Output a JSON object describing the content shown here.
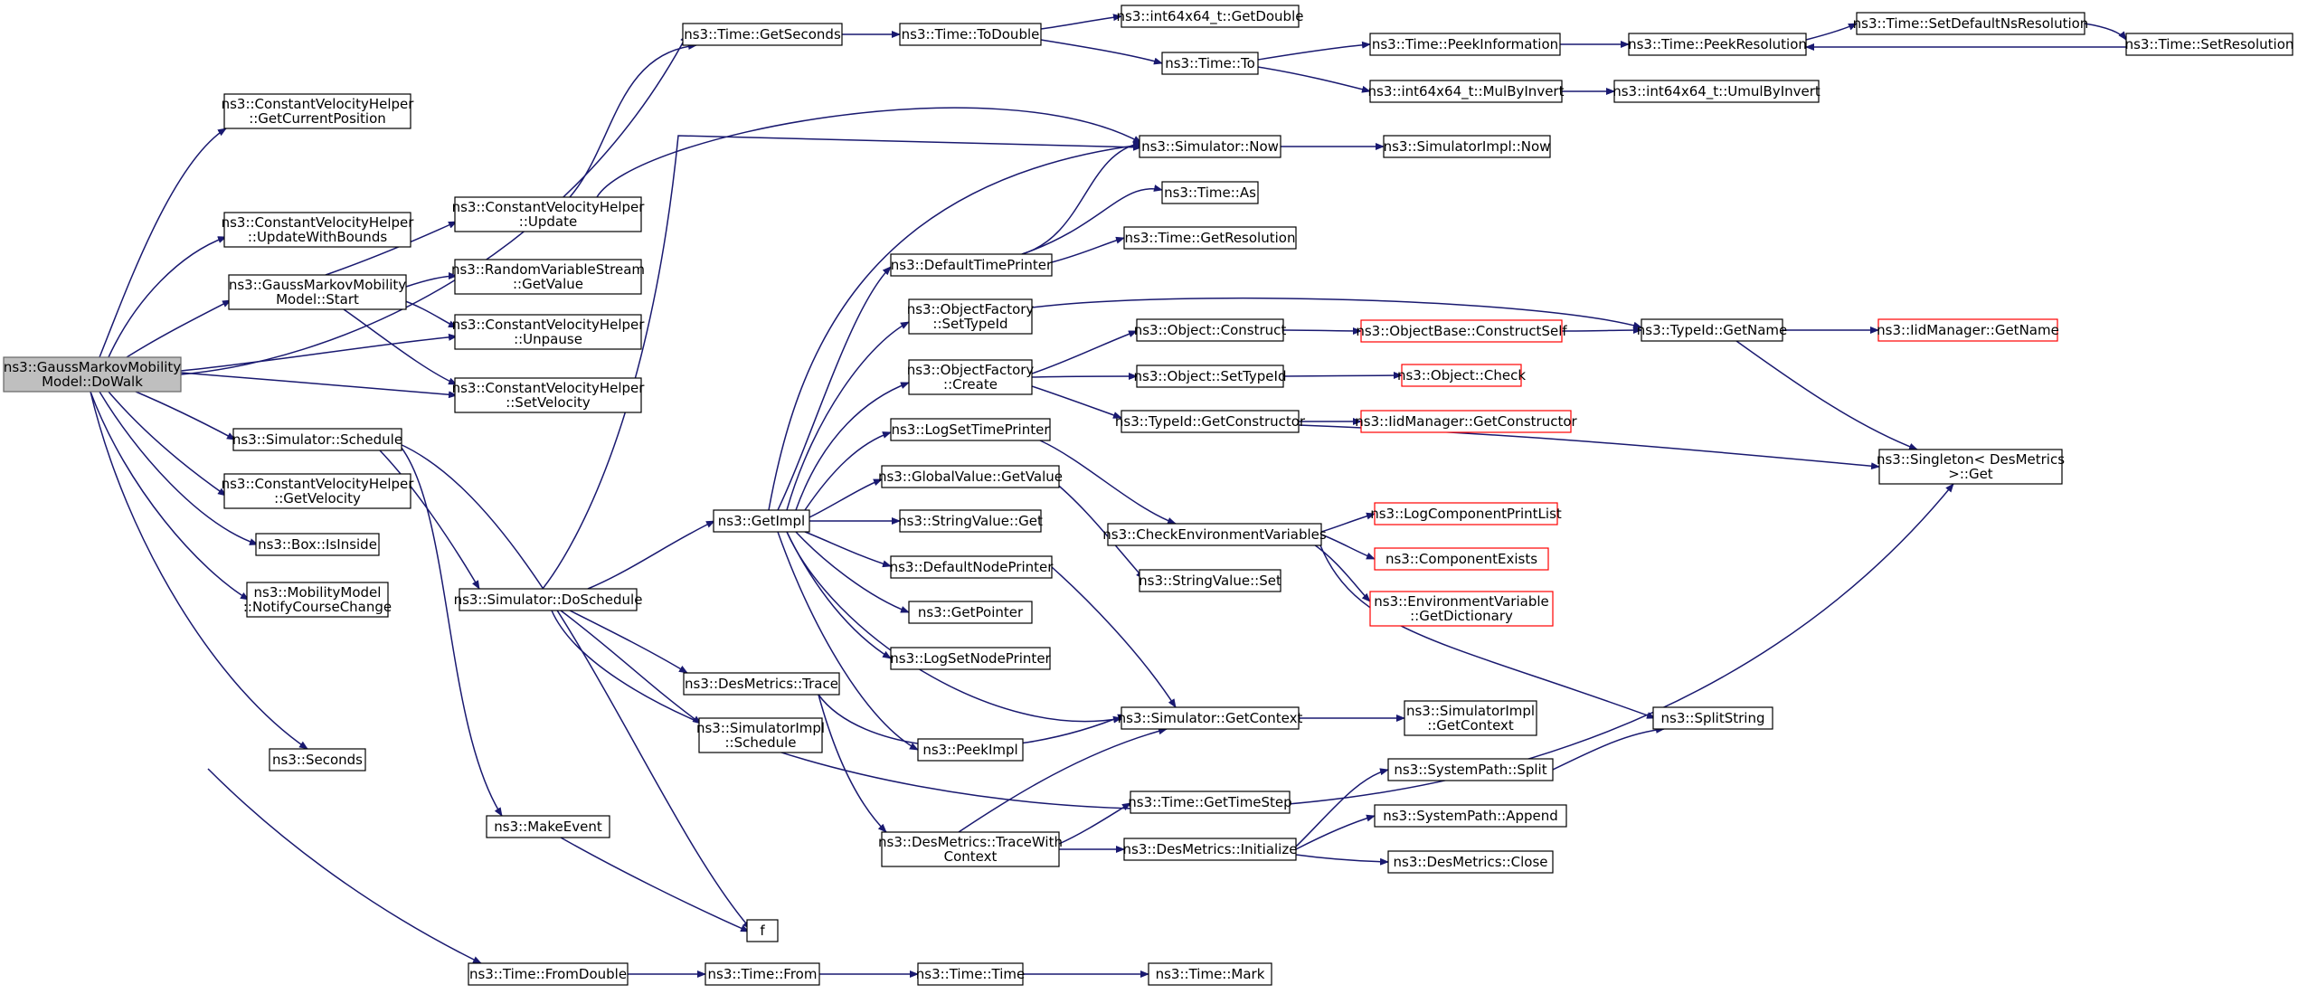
{
  "graph": {
    "edge_color": "#191970",
    "truncated_color": "#ff0000",
    "root_fill": "#bfbfbf",
    "nodes": [
      {
        "id": "dowalk",
        "lines": [
          "ns3::GaussMarkovMobility",
          "Model::DoWalk"
        ],
        "root": true
      },
      {
        "id": "cvh_getcurpos",
        "lines": [
          "ns3::ConstantVelocityHelper",
          "::GetCurrentPosition"
        ]
      },
      {
        "id": "cvh_updwb",
        "lines": [
          "ns3::ConstantVelocityHelper",
          "::UpdateWithBounds"
        ]
      },
      {
        "id": "gm_start",
        "lines": [
          "ns3::GaussMarkovMobility",
          "Model::Start"
        ]
      },
      {
        "id": "sim_schedule",
        "lines": [
          "ns3::Simulator::Schedule"
        ]
      },
      {
        "id": "cvh_getvel",
        "lines": [
          "ns3::ConstantVelocityHelper",
          "::GetVelocity"
        ]
      },
      {
        "id": "box_isinside",
        "lines": [
          "ns3::Box::IsInside"
        ]
      },
      {
        "id": "mm_notify",
        "lines": [
          "ns3::MobilityModel",
          "::NotifyCourseChange"
        ]
      },
      {
        "id": "seconds",
        "lines": [
          "ns3::Seconds"
        ]
      },
      {
        "id": "cvh_update",
        "lines": [
          "ns3::ConstantVelocityHelper",
          "::Update"
        ]
      },
      {
        "id": "rvs_getvalue",
        "lines": [
          "ns3::RandomVariableStream",
          "::GetValue"
        ]
      },
      {
        "id": "cvh_unpause",
        "lines": [
          "ns3::ConstantVelocityHelper",
          "::Unpause"
        ]
      },
      {
        "id": "cvh_setvel",
        "lines": [
          "ns3::ConstantVelocityHelper",
          "::SetVelocity"
        ]
      },
      {
        "id": "sim_doschedule",
        "lines": [
          "ns3::Simulator::DoSchedule"
        ]
      },
      {
        "id": "makeevent",
        "lines": [
          "ns3::MakeEvent"
        ]
      },
      {
        "id": "time_fromdouble",
        "lines": [
          "ns3::Time::FromDouble"
        ]
      },
      {
        "id": "time_getseconds",
        "lines": [
          "ns3::Time::GetSeconds"
        ]
      },
      {
        "id": "getimpl",
        "lines": [
          "ns3::GetImpl"
        ]
      },
      {
        "id": "desm_trace",
        "lines": [
          "ns3::DesMetrics::Trace"
        ]
      },
      {
        "id": "simimpl_schedule",
        "lines": [
          "ns3::SimulatorImpl",
          "::Schedule"
        ]
      },
      {
        "id": "f",
        "lines": [
          "f"
        ]
      },
      {
        "id": "time_from",
        "lines": [
          "ns3::Time::From"
        ]
      },
      {
        "id": "time_todouble",
        "lines": [
          "ns3::Time::ToDouble"
        ]
      },
      {
        "id": "default_timeprinter",
        "lines": [
          "ns3::DefaultTimePrinter"
        ]
      },
      {
        "id": "of_settypeid",
        "lines": [
          "ns3::ObjectFactory",
          "::SetTypeId"
        ]
      },
      {
        "id": "of_create",
        "lines": [
          "ns3::ObjectFactory",
          "::Create"
        ]
      },
      {
        "id": "log_settimeprinter",
        "lines": [
          "ns3::LogSetTimePrinter"
        ]
      },
      {
        "id": "gv_getvalue",
        "lines": [
          "ns3::GlobalValue::GetValue"
        ]
      },
      {
        "id": "sv_get",
        "lines": [
          "ns3::StringValue::Get"
        ]
      },
      {
        "id": "default_nodeprinter",
        "lines": [
          "ns3::DefaultNodePrinter"
        ]
      },
      {
        "id": "getpointer",
        "lines": [
          "ns3::GetPointer"
        ]
      },
      {
        "id": "log_setnodeprinter",
        "lines": [
          "ns3::LogSetNodePrinter"
        ]
      },
      {
        "id": "peekimpl",
        "lines": [
          "ns3::PeekImpl"
        ]
      },
      {
        "id": "desm_tracewithctx",
        "lines": [
          "ns3::DesMetrics::TraceWith",
          "Context"
        ]
      },
      {
        "id": "time_time",
        "lines": [
          "ns3::Time::Time"
        ]
      },
      {
        "id": "i64_getdouble",
        "lines": [
          "ns3::int64x64_t::GetDouble"
        ]
      },
      {
        "id": "time_to",
        "lines": [
          "ns3::Time::To"
        ]
      },
      {
        "id": "sim_now",
        "lines": [
          "ns3::Simulator::Now"
        ]
      },
      {
        "id": "time_as",
        "lines": [
          "ns3::Time::As"
        ]
      },
      {
        "id": "time_getresolution",
        "lines": [
          "ns3::Time::GetResolution"
        ]
      },
      {
        "id": "obj_construct",
        "lines": [
          "ns3::Object::Construct"
        ]
      },
      {
        "id": "obj_settypeid",
        "lines": [
          "ns3::Object::SetTypeId"
        ]
      },
      {
        "id": "typeid_getconstructor",
        "lines": [
          "ns3::TypeId::GetConstructor"
        ]
      },
      {
        "id": "check_envvars",
        "lines": [
          "ns3::CheckEnvironmentVariables"
        ]
      },
      {
        "id": "sv_set",
        "lines": [
          "ns3::StringValue::Set"
        ]
      },
      {
        "id": "sim_getcontext",
        "lines": [
          "ns3::Simulator::GetContext"
        ]
      },
      {
        "id": "time_gettimestep",
        "lines": [
          "ns3::Time::GetTimeStep"
        ]
      },
      {
        "id": "desm_initialize",
        "lines": [
          "ns3::DesMetrics::Initialize"
        ]
      },
      {
        "id": "time_mark",
        "lines": [
          "ns3::Time::Mark"
        ]
      },
      {
        "id": "time_peekinfo",
        "lines": [
          "ns3::Time::PeekInformation"
        ]
      },
      {
        "id": "i64_mulbyinvert",
        "lines": [
          "ns3::int64x64_t::MulByInvert"
        ]
      },
      {
        "id": "simimpl_now",
        "lines": [
          "ns3::SimulatorImpl::Now"
        ]
      },
      {
        "id": "ob_constructself",
        "lines": [
          "ns3::ObjectBase::ConstructSelf"
        ],
        "trunc": true
      },
      {
        "id": "obj_check",
        "lines": [
          "ns3::Object::Check"
        ],
        "trunc": true
      },
      {
        "id": "iid_getconstructor",
        "lines": [
          "ns3::IidManager::GetConstructor"
        ],
        "trunc": true
      },
      {
        "id": "log_printlist",
        "lines": [
          "ns3::LogComponentPrintList"
        ],
        "trunc": true
      },
      {
        "id": "comp_exists",
        "lines": [
          "ns3::ComponentExists"
        ],
        "trunc": true
      },
      {
        "id": "env_getdict",
        "lines": [
          "ns3::EnvironmentVariable",
          "::GetDictionary"
        ],
        "trunc": true
      },
      {
        "id": "simimpl_getcontext",
        "lines": [
          "ns3::SimulatorImpl",
          "::GetContext"
        ]
      },
      {
        "id": "sp_split",
        "lines": [
          "ns3::SystemPath::Split"
        ]
      },
      {
        "id": "sp_append",
        "lines": [
          "ns3::SystemPath::Append"
        ]
      },
      {
        "id": "desm_close",
        "lines": [
          "ns3::DesMetrics::Close"
        ]
      },
      {
        "id": "time_peekres",
        "lines": [
          "ns3::Time::PeekResolution"
        ]
      },
      {
        "id": "i64_umulbyinvert",
        "lines": [
          "ns3::int64x64_t::UmulByInvert"
        ]
      },
      {
        "id": "typeid_getname",
        "lines": [
          "ns3::TypeId::GetName"
        ]
      },
      {
        "id": "splitstring",
        "lines": [
          "ns3::SplitString"
        ]
      },
      {
        "id": "time_setdefnsres",
        "lines": [
          "ns3::Time::SetDefaultNsResolution"
        ]
      },
      {
        "id": "singleton_get",
        "lines": [
          "ns3::Singleton< DesMetrics",
          ">::Get"
        ]
      },
      {
        "id": "iid_getname",
        "lines": [
          "ns3::IidManager::GetName"
        ],
        "trunc": true
      },
      {
        "id": "time_setres",
        "lines": [
          "ns3::Time::SetResolution"
        ]
      }
    ]
  }
}
